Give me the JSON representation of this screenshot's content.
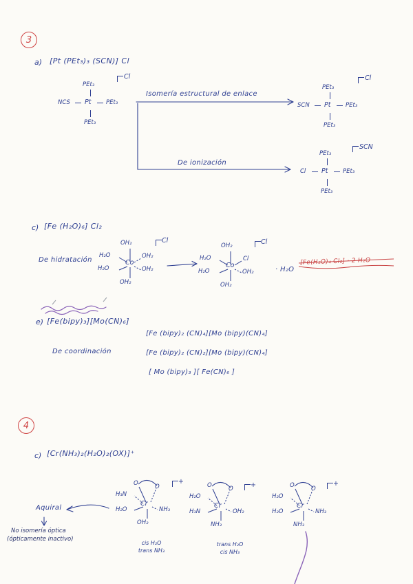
{
  "colors": {
    "ink_blue": "#2e3f92",
    "correction_red": "#c94444",
    "scribble_purple": "#8a63b8"
  },
  "problem3": {
    "number": "3"
  },
  "problem4": {
    "number": "4"
  },
  "sectionA": {
    "label": "a)",
    "formula": "[Pt (PEt₃)₃ (SCN)] Cl",
    "reactant": {
      "top": "PEt₃",
      "left": "NCS",
      "center": "Pt",
      "right": "PEt₃",
      "bottom": "PEt₃",
      "counterion": "Cl"
    },
    "arrow1Label": "Isomería estructural de enlace",
    "product1": {
      "top": "PEt₃",
      "left": "SCN",
      "center": "Pt",
      "right": "PEt₃",
      "bottom": "PEt₃",
      "counterion": "Cl"
    },
    "arrow2Label": "De ionización",
    "product2": {
      "top": "PEt₃",
      "left": "Cl",
      "center": "Pt",
      "right": "PEt₃",
      "bottom": "PEt₃",
      "counterion": "SCN"
    }
  },
  "sectionC1": {
    "label": "c)",
    "formula": "[Fe (H₂O)₆] Cl₂",
    "typeLabel": "De hidratación",
    "complex1": {
      "center": "Co",
      "top": "OH₂",
      "upLeft": "H₂O",
      "upRight": "OH₂",
      "downLeft": "H₂O",
      "downRight": "OH₂",
      "bottom": "OH₂",
      "counterion": "Cl"
    },
    "complex2": {
      "center": "Co",
      "top": "OH₂",
      "upLeft": "H₂O",
      "upRight": "Cl",
      "downLeft": "H₂O",
      "downRight": "OH₂",
      "bottom": "OH₂",
      "counterion": "Cl"
    },
    "plusWater": "· H₂O",
    "crossedFormula": "[Fe(H₂O)₄ Cl₂] · 2 H₂O"
  },
  "sectionE": {
    "label": "e)",
    "formula": "[Fe(bipy)₃][Mo(CN)₆]",
    "typeLabel": "De  coordinación",
    "options": [
      "[Fe (bipy)₂ (CN)₄][Mo (bipy)(CN)₄]",
      "[Fe (bipy)₂ (CN)₂][Mo (bipy)(CN)₄]",
      "[ Mo (bipy)₃ ][ Fe(CN)₆ ]"
    ]
  },
  "sectionC4": {
    "label": "c)",
    "formula": "[Cr(NH₃)₂(H₂O)₂(OX)]⁺",
    "chargeSign": "+",
    "complex1": {
      "center": "Cr",
      "topLeft": "O",
      "topRight": "O",
      "left1": "H₃N",
      "left2": "H₂O",
      "right": "NH₃",
      "bottom": "OH₂"
    },
    "complex1Caption1": "cis  H₂O",
    "complex1Caption2": "trans NH₃",
    "complex2": {
      "center": "Cr",
      "topLeft": "O",
      "topRight": "O",
      "left1": "H₂O",
      "left2": "H₃N",
      "right": "OH₂",
      "bottom": "NH₃"
    },
    "complex2Caption1": "trans H₂O",
    "complex2Caption2": "cis NH₃",
    "complex3": {
      "center": "Cr",
      "topLeft": "O",
      "topRight": "O",
      "left1": "H₂O",
      "left2": "H₂O",
      "right": "NH₃",
      "bottom": "NH₃"
    },
    "aquiralLabel": "Aquiral",
    "note1": "No isomería óptica",
    "note2": "(ópticamente inactivo)"
  }
}
